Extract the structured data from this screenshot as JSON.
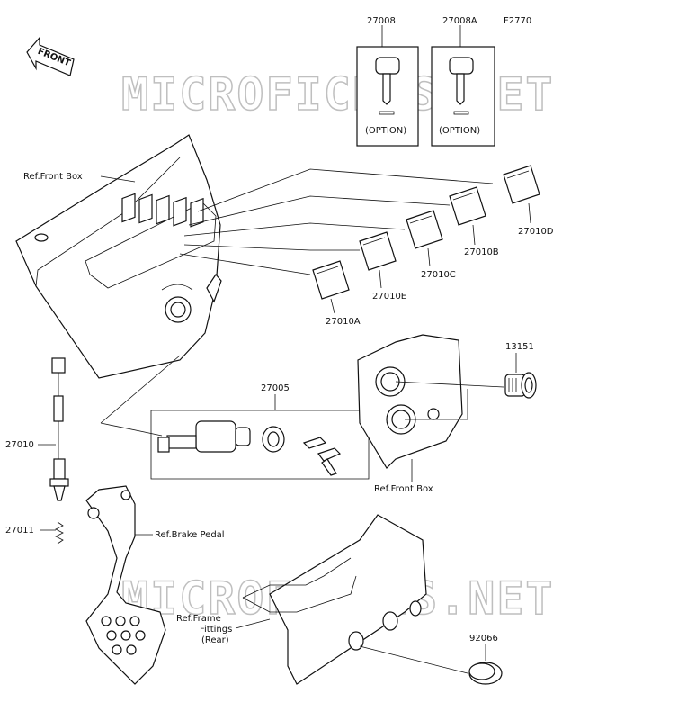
{
  "diagram_code": "F2770",
  "front_label": "FRONT",
  "watermark": "MICROFICHES.NET",
  "option_label": "(OPTION)",
  "parts": {
    "p27008": "27008",
    "p27008A": "27008A",
    "p27010A": "27010A",
    "p27010B": "27010B",
    "p27010C": "27010C",
    "p27010D": "27010D",
    "p27010E": "27010E",
    "p27005": "27005",
    "p27010": "27010",
    "p27011": "27011",
    "p13151": "13151",
    "p92066": "92066"
  },
  "refs": {
    "front_box_top": "Ref.Front Box",
    "front_box_mid": "Ref.Front Box",
    "brake_pedal": "Ref.Brake Pedal",
    "frame_1": "Ref.Frame",
    "frame_2": "Fittings",
    "frame_3": "(Rear)"
  }
}
